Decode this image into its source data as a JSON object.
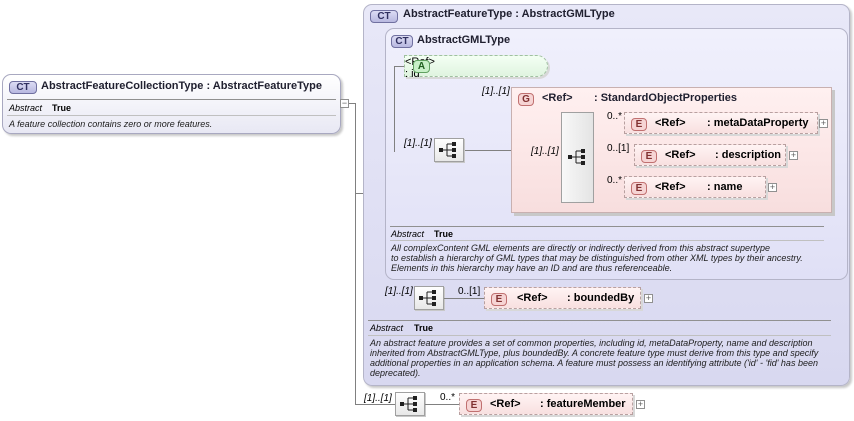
{
  "root": {
    "badge": "CT",
    "title": "AbstractFeatureCollectionType : AbstractFeatureType",
    "prop_key": "Abstract",
    "prop_val": "True",
    "doc": "A feature collection contains zero or more features.",
    "collapse_symbol": "−"
  },
  "feature_type": {
    "badge": "CT",
    "title": "AbstractFeatureType : AbstractGMLType",
    "prop_key": "Abstract",
    "prop_val": "True",
    "doc": [
      "An abstract feature provides a set of common properties, including id, metaDataProperty, name and description",
      "inherited from AbstractGMLType, plus boundedBy.    A concrete feature type must derive from this type and specify",
      "additional  properties in an application schema. A feature must possess an identifying attribute ('id' - 'fid' has been",
      "deprecated)."
    ]
  },
  "gml_type": {
    "badge": "CT",
    "title": "AbstractGMLType",
    "prop_key": "Abstract",
    "prop_val": "True",
    "doc": [
      "All complexContent GML elements are directly or indirectly derived from this abstract supertype",
      "to establish a hierarchy of GML types that may be distinguished from other XML types by their ancestry.",
      "Elements in this hierarchy may have an ID and are thus referenceable."
    ]
  },
  "attribute_id": {
    "badge": "A",
    "ref": "<Ref>",
    "name": ": id"
  },
  "group": {
    "badge": "G",
    "ref": "<Ref>",
    "name": ": StandardObjectProperties",
    "cardinality": "[1]..[1]"
  },
  "elements": {
    "metaDataProperty": {
      "badge": "E",
      "ref": "<Ref>",
      "name": ": metaDataProperty",
      "card": "0..*"
    },
    "description": {
      "badge": "E",
      "ref": "<Ref>",
      "name": ": description",
      "card": "0..[1]"
    },
    "name": {
      "badge": "E",
      "ref": "<Ref>",
      "name": ": name",
      "card": "0..*"
    },
    "boundedBy": {
      "badge": "E",
      "ref": "<Ref>",
      "name": ": boundedBy",
      "card": "0..[1]"
    },
    "featureMember": {
      "badge": "E",
      "ref": "<Ref>",
      "name": ": featureMember",
      "card": "0..*"
    }
  },
  "sequences": {
    "gml_seq": "[1]..[1]",
    "gml_inner_seq": "[1]..[1]",
    "bounded_seq": "[1]..[1]",
    "member_seq": "[1]..[1]"
  },
  "expand_symbol": "+"
}
